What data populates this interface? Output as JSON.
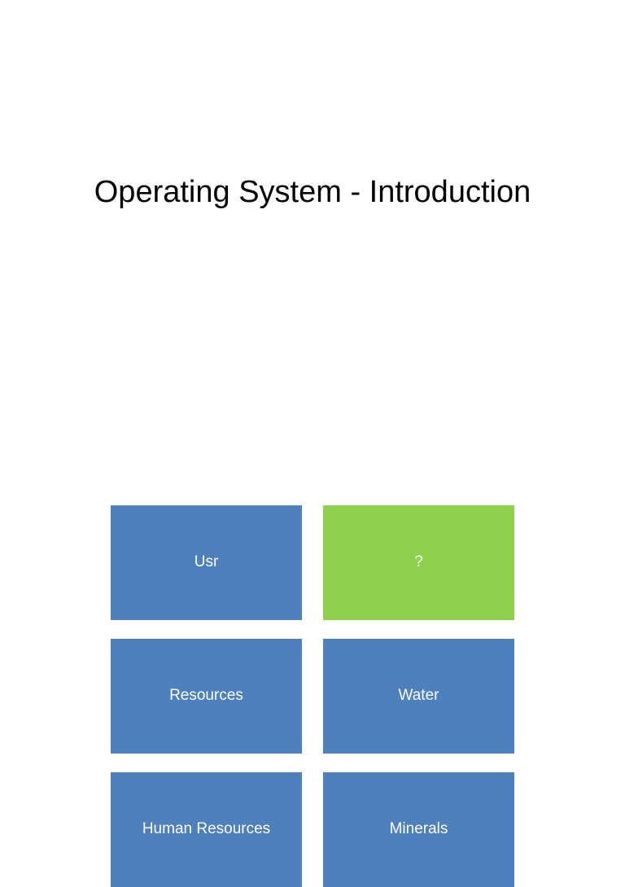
{
  "page": {
    "background_color": "#ffffff"
  },
  "slide": {
    "title": "Operating System - Introduction",
    "title_color": "#000000",
    "grid": {
      "boxes": [
        {
          "label": "Usr",
          "color": "#4e80be",
          "text_color": "#ffffff"
        },
        {
          "label": "?",
          "color": "#8dd04e",
          "text_color": "#ffffff"
        },
        {
          "label": "Resources",
          "color": "#4e80be",
          "text_color": "#ffffff"
        },
        {
          "label": "Water",
          "color": "#4e80be",
          "text_color": "#ffffff"
        },
        {
          "label": "Human Resources",
          "color": "#4e80be",
          "text_color": "#ffffff"
        },
        {
          "label": "Minerals",
          "color": "#4e80be",
          "text_color": "#ffffff"
        }
      ]
    }
  }
}
